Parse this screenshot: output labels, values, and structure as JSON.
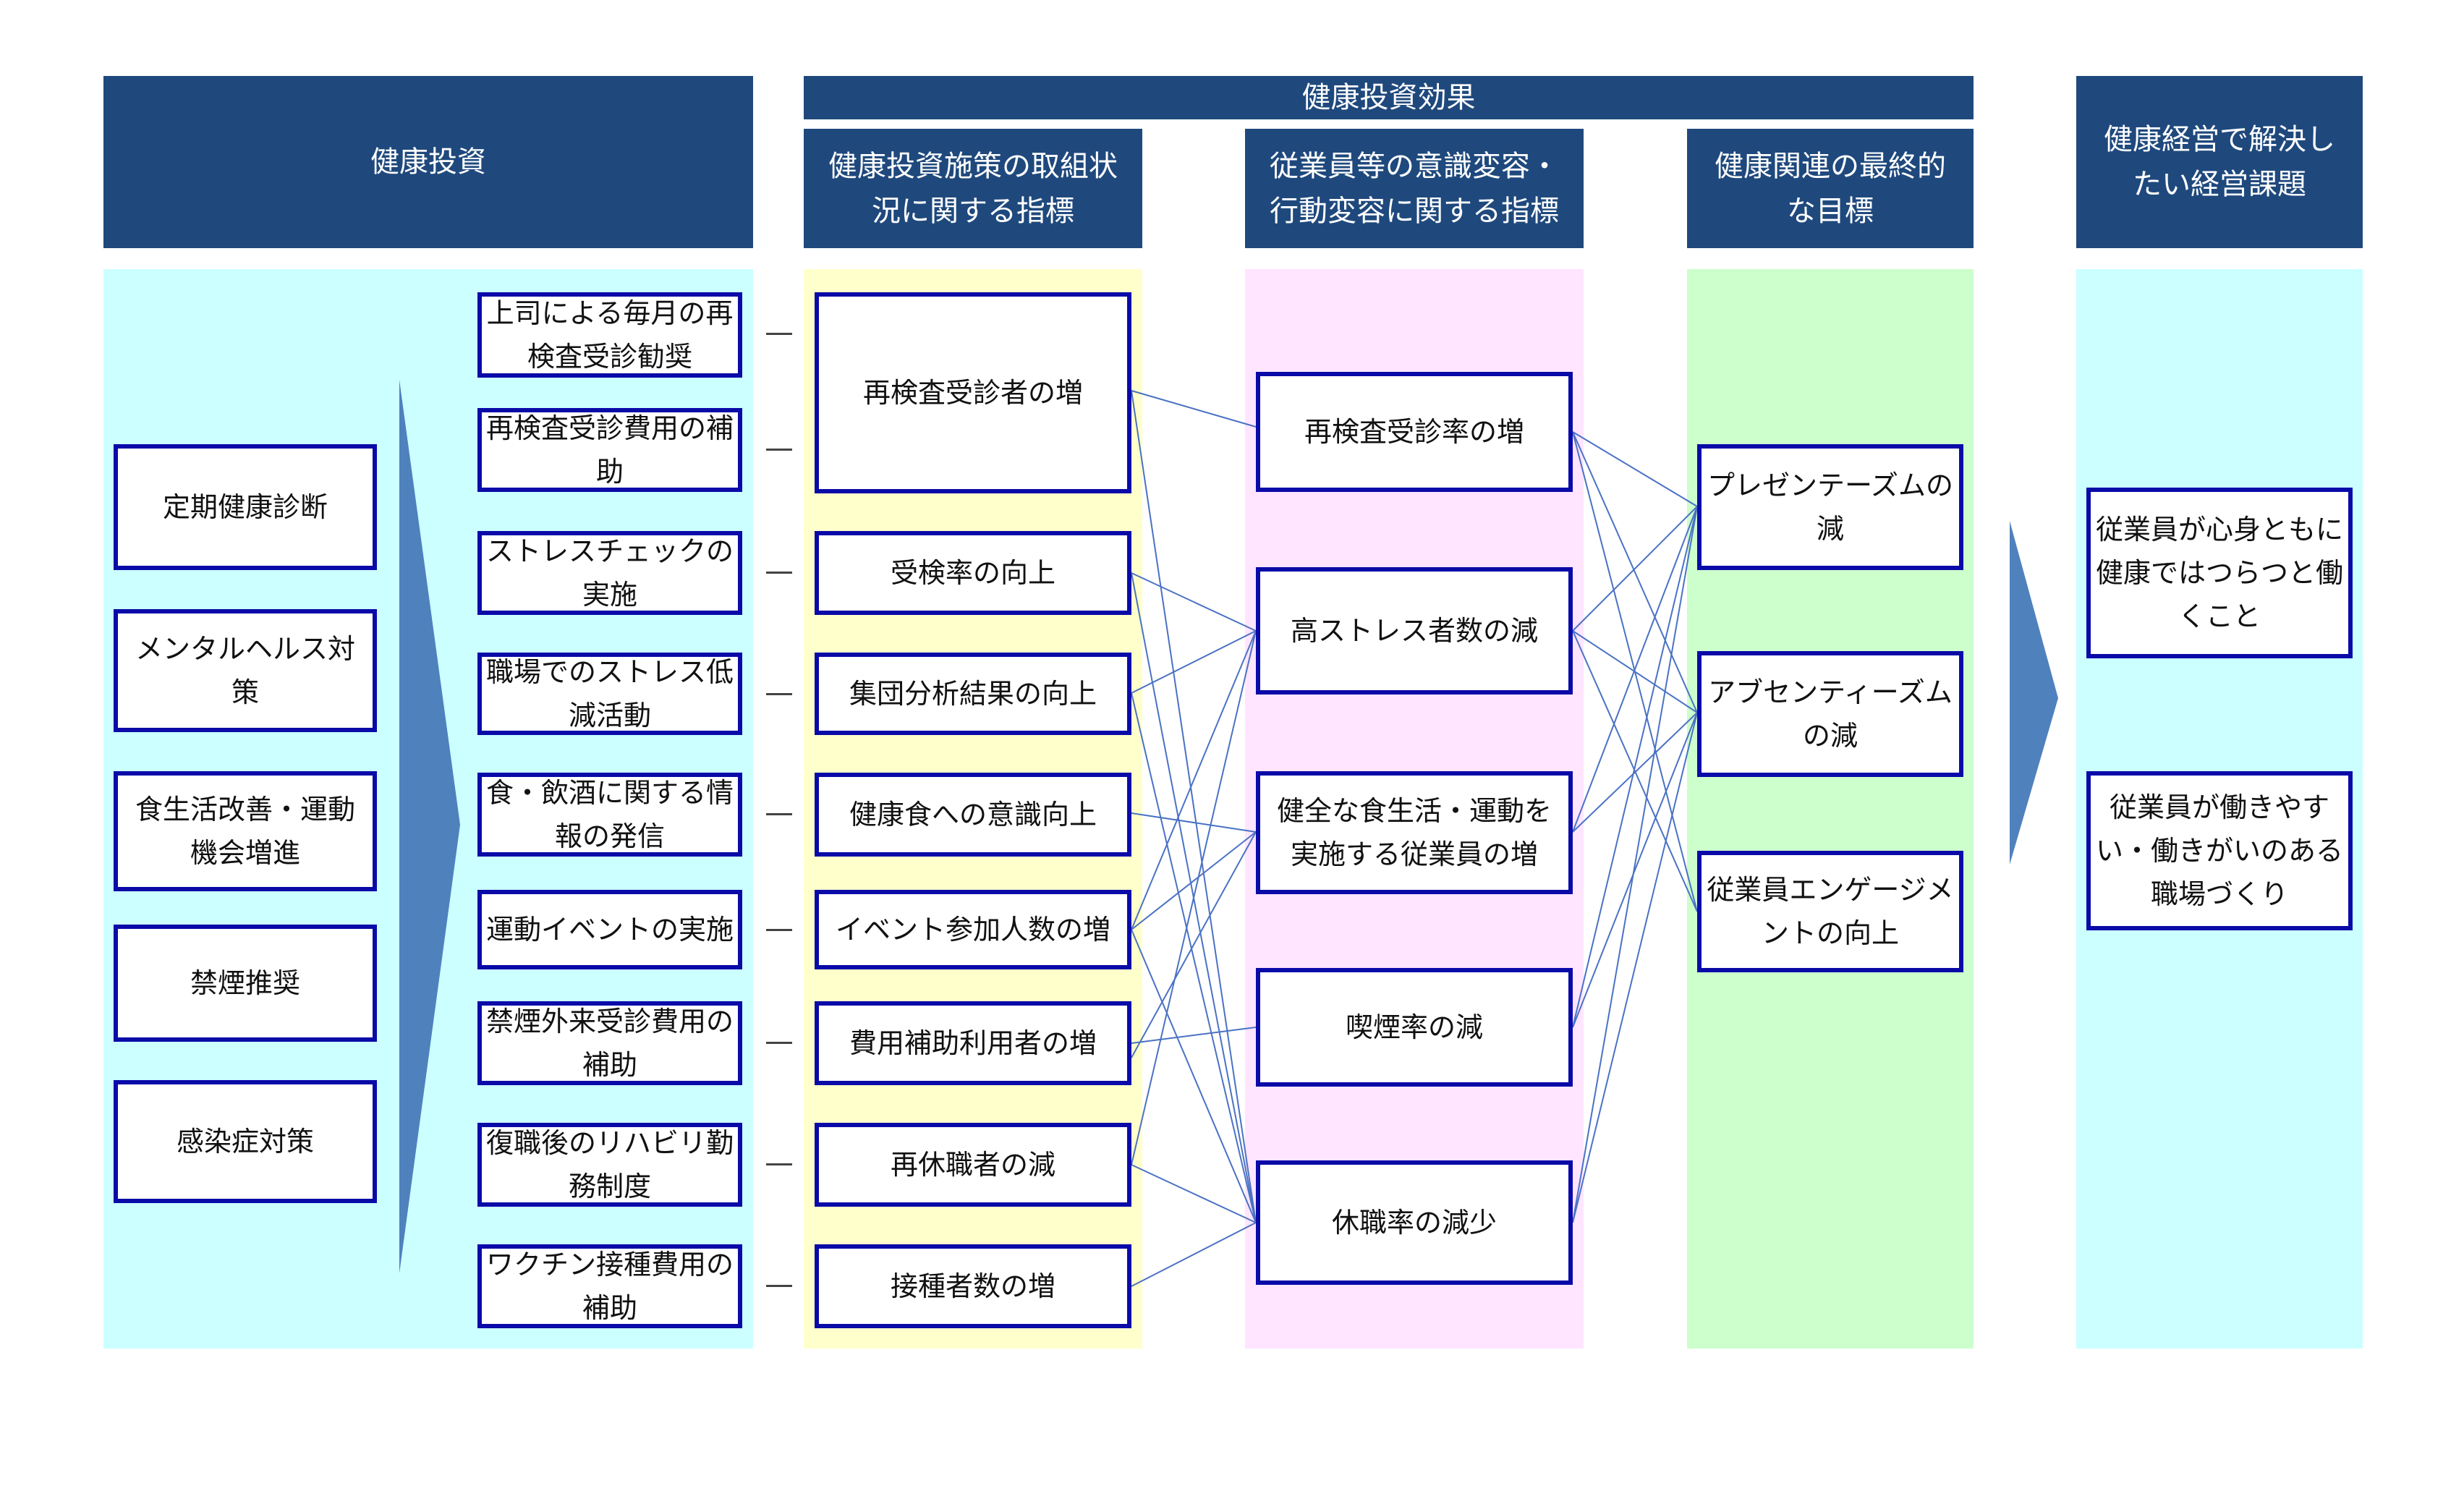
{
  "headers": {
    "investment": "健康投資",
    "effects": "健康投資効果",
    "initiative_indicators": "健康投資施策の取組状況に関する指標",
    "awareness_indicators": "従業員等の意識変容・行動変容に関する指標",
    "final_goals": "健康関連の最終的な目標",
    "management_issues": "健康経営で解決したい経営課題"
  },
  "investment_items": [
    "定期健康診断",
    "メンタルヘルス対策",
    "食生活改善・運動機会増進",
    "禁煙推奨",
    "感染症対策"
  ],
  "measures": [
    "上司による毎月の再検査受診勧奨",
    "再検査受診費用の補助",
    "ストレスチェックの実施",
    "職場でのストレス低減活動",
    "食・飲酒に関する情報の発信",
    "運動イベントの実施",
    "禁煙外来受診費用の補助",
    "復職後のリハビリ勤務制度",
    "ワクチン接種費用の補助"
  ],
  "initiative_items": [
    "再検査受診者の増",
    "受検率の向上",
    "集団分析結果の向上",
    "健康食への意識向上",
    "イベント参加人数の増",
    "費用補助利用者の増",
    "再休職者の減",
    "接種者数の増"
  ],
  "awareness_items": [
    "再検査受診率の増",
    "高ストレス者数の減",
    "健全な食生活・運動を実施する従業員の増",
    "喫煙率の減",
    "休職率の減少"
  ],
  "goal_items": [
    "プレゼンテーズムの減",
    "アブセンティーズムの減",
    "従業員エンゲージメントの向上"
  ],
  "issue_items": [
    "従業員が心身ともに健康ではつらつと働くこと",
    "従業員が働きやすい・働きがいのある職場づくり"
  ],
  "colors": {
    "header": "#1f497d",
    "band_cyan": "#ccffff",
    "band_yellow": "#ffffcc",
    "band_pink": "#ffe5ff",
    "band_green": "#ccffcc",
    "box_border": "#0a0aa8",
    "arrow": "#4f81bd",
    "link": "#4a72c4"
  }
}
